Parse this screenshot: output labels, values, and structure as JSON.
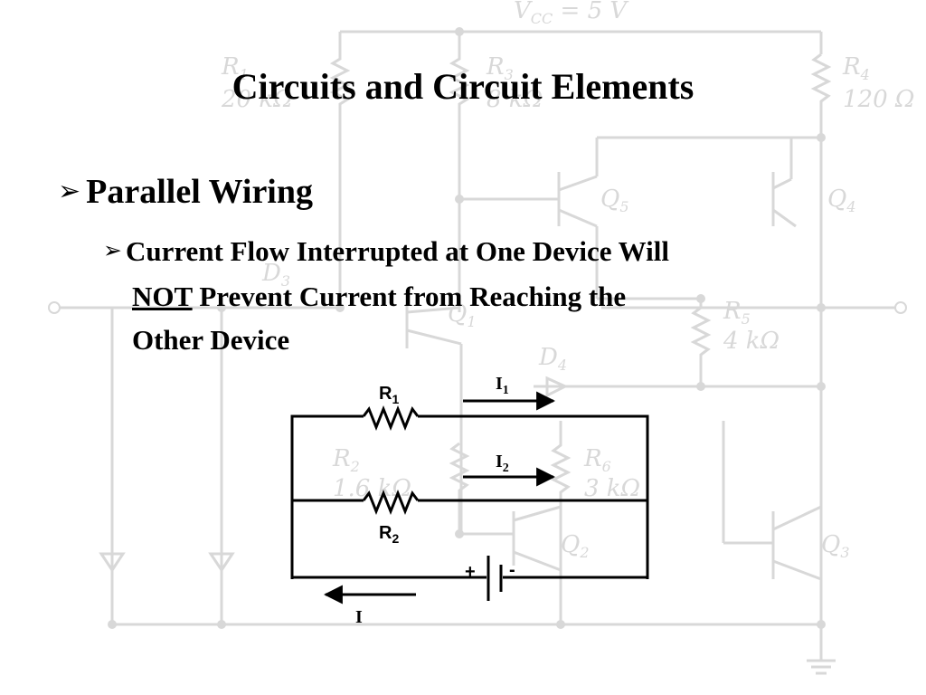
{
  "slide": {
    "title": "Circuits and Circuit Elements",
    "bullet_level1": {
      "arrow": "➢",
      "text": "Parallel Wiring"
    },
    "bullet_level2": {
      "arrow": "➢",
      "line1": "Current Flow Interrupted at One Device Will",
      "line2_emphasis": "NOT",
      "line2_rest": " Prevent Current from Reaching the",
      "line3": "Other Device"
    }
  },
  "background_schematic": {
    "color": "#d8d8d8",
    "supply_label": "V",
    "supply_sub": "CC",
    "supply_value": " = 5 V",
    "labels": {
      "R1": "R",
      "R1_sub": "1",
      "R1_value": "20 kΩ",
      "R3": "R",
      "R3_sub": "3",
      "R3_value": "8 kΩ",
      "R4": "R",
      "R4_sub": "4",
      "R4_value": "120 Ω",
      "Q5": "Q",
      "Q5_sub": "5",
      "Q4": "Q",
      "Q4_sub": "4",
      "D3": "D",
      "D3_sub": "3",
      "Q1": "Q",
      "Q1_sub": "1",
      "R5": "R",
      "R5_sub": "5",
      "R5_value": "4 kΩ",
      "D4": "D",
      "D4_sub": "4",
      "R2": "R",
      "R2_sub": "2",
      "R2_value": "1.6 kΩ",
      "R6": "R",
      "R6_sub": "6",
      "R6_value": "3 kΩ",
      "Q2": "Q",
      "Q2_sub": "2",
      "Q3": "Q",
      "Q3_sub": "3"
    }
  },
  "circuit": {
    "R1": {
      "letter": "R",
      "sub": "1"
    },
    "R2": {
      "letter": "R",
      "sub": "2"
    },
    "I1": {
      "letter": "I",
      "sub": "1"
    },
    "I2": {
      "letter": "I",
      "sub": "2"
    },
    "I": "I",
    "battery_plus": "+",
    "battery_minus": "-"
  }
}
